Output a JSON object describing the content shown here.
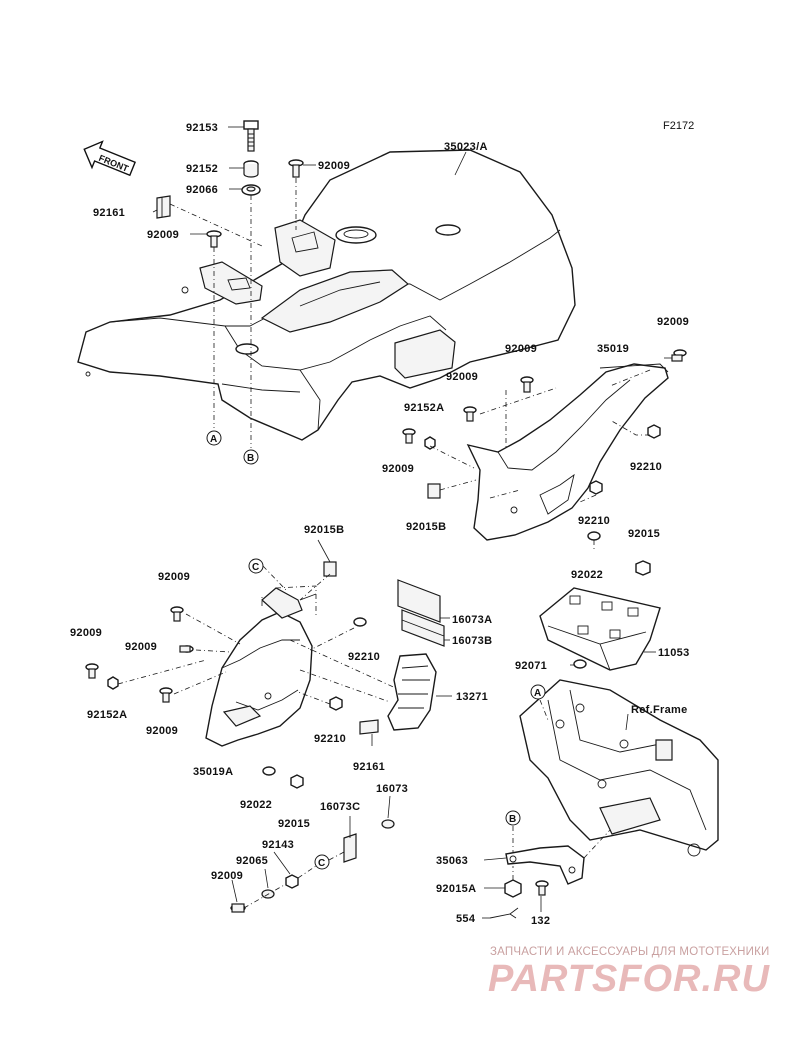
{
  "figure_code": "F2172",
  "front_label": "FRONT",
  "ref_frame": "Ref.Frame",
  "callouts": {
    "A": "A",
    "B": "B",
    "C": "C"
  },
  "labels": {
    "l92153": "92153",
    "l92152": "92152",
    "l92066": "92066",
    "l92161_top": "92161",
    "l92009_top1": "92009",
    "l92009_top2": "92009",
    "l35023A": "35023/A",
    "l92009_r1": "92009",
    "l35019": "35019",
    "l92009_r2": "92009",
    "l92009_r3": "92009",
    "l92152A_r": "92152A",
    "l92009_r4": "92009",
    "l92210_r1": "92210",
    "l92015B_r": "92015B",
    "l92210_r2": "92210",
    "l92015_r": "92015",
    "l92022_r": "92022",
    "l92015B_l": "92015B",
    "l92009_l1": "92009",
    "l92009_l2": "92009",
    "l92009_l3": "92009",
    "l92152A_l": "92152A",
    "l92009_l4": "92009",
    "l92210_l1": "92210",
    "l92210_l2": "92210",
    "l35019A": "35019A",
    "l92022_l": "92022",
    "l92015_l": "92015",
    "l92161_l": "92161",
    "l16073": "16073",
    "l16073C": "16073C",
    "l92143": "92143",
    "l92065": "92065",
    "l92009_l5": "92009",
    "l16073A": "16073A",
    "l16073B": "16073B",
    "l13271": "13271",
    "l11053": "11053",
    "l92071": "92071",
    "l35063": "35063",
    "l92015A": "92015A",
    "l554": "554",
    "l132": "132"
  },
  "watermark": {
    "line1": "ЗАПЧАСТИ И АКСЕССУАРЫ ДЛЯ МОТОТЕХНИКИ",
    "line2": "PARTSFOR.RU"
  }
}
